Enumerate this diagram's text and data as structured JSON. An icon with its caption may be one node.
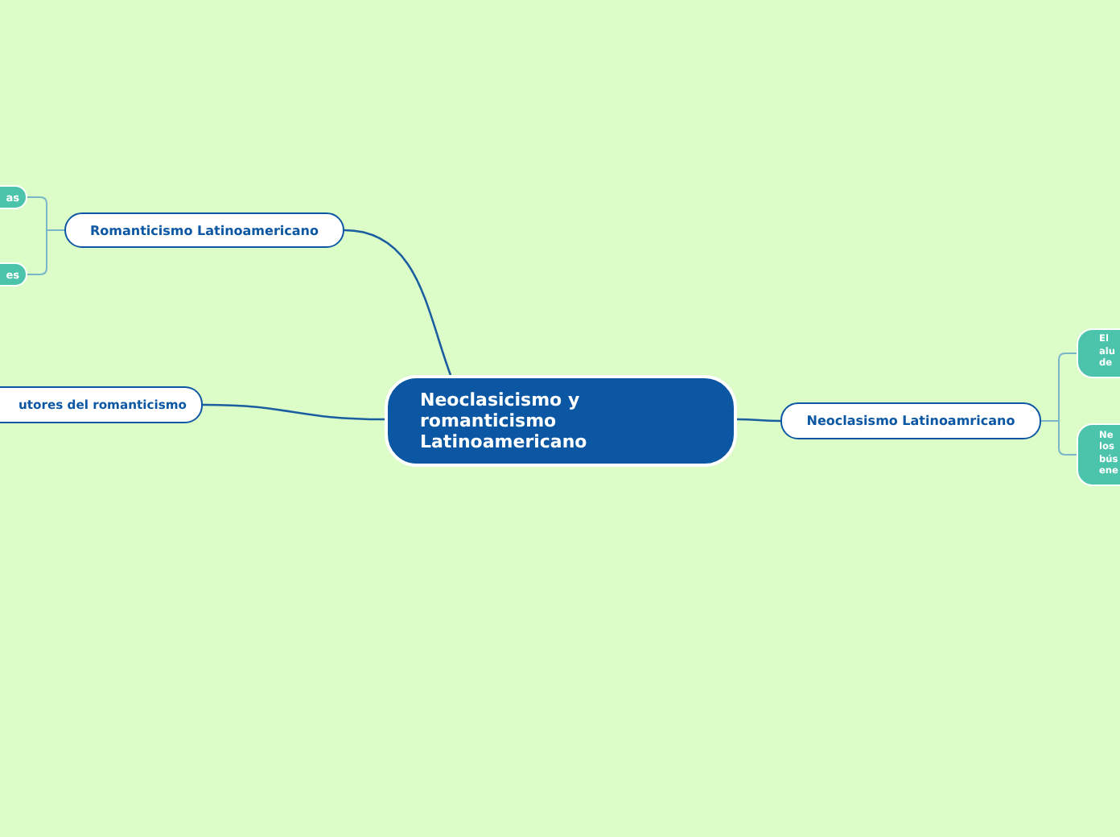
{
  "diagram": {
    "nodes": [
      {
        "text": [
          "Neoclasicismo y romanticismo Latinoamericano"
        ]
      },
      {
        "text": [
          "Romanticismo Latinoamericano"
        ]
      },
      {
        "text": [
          "as"
        ]
      },
      {
        "text": [
          "es"
        ]
      },
      {
        "text": [
          "utores del romanticismo"
        ]
      },
      {
        "text": [
          "Neoclasismo Latinoamricano"
        ]
      },
      {
        "text": [
          "El alu de"
        ]
      },
      {
        "text": [
          "Ne los bús ene"
        ]
      }
    ],
    "edges": [
      {
        "from": 0,
        "to": 1,
        "arrow": "none",
        "color": "#1a5ea0"
      },
      {
        "from": 1,
        "to": 2,
        "arrow": "none"
      },
      {
        "from": 1,
        "to": 3,
        "arrow": "none"
      },
      {
        "from": 0,
        "to": 4,
        "arrow": "none",
        "color": "#1a5ea0"
      },
      {
        "from": 0,
        "to": 5,
        "arrow": "none",
        "color": "#1a5ea0"
      },
      {
        "from": 5,
        "to": 6,
        "arrow": "none"
      },
      {
        "from": 5,
        "to": 7,
        "arrow": "none"
      }
    ]
  }
}
